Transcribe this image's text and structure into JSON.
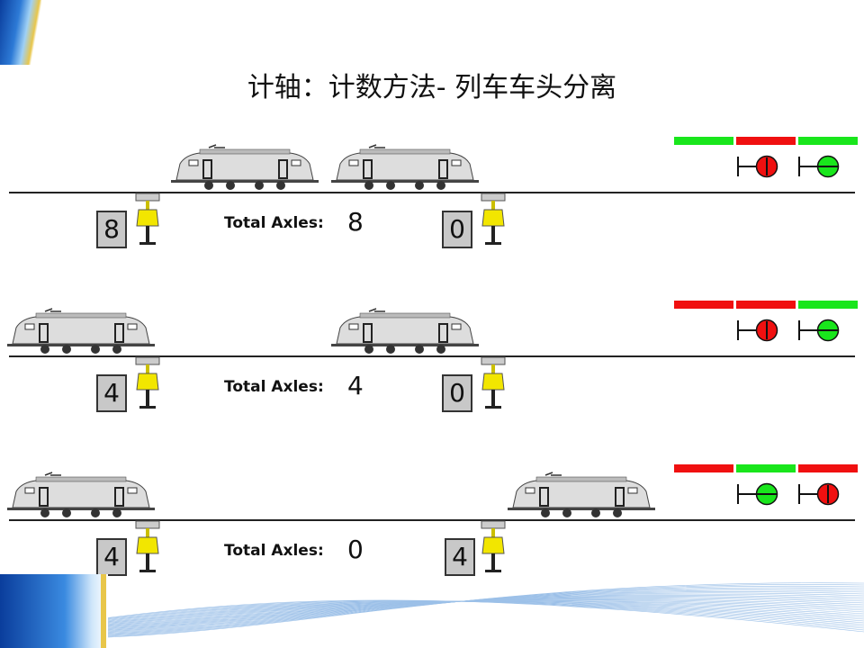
{
  "title": "计轴：计数方法- 列车车头分离",
  "colors": {
    "green": "#19e61c",
    "red": "#f01010",
    "counter_bg": "#c8c8c8",
    "sensor": "#f2e600"
  },
  "total_label": "Total Axles:",
  "rows": [
    {
      "left_count": "8",
      "right_count": "0",
      "total": "8",
      "segments": [
        "green",
        "red",
        "green"
      ],
      "signals": [
        "red",
        "green"
      ]
    },
    {
      "left_count": "4",
      "right_count": "0",
      "total": "4",
      "segments": [
        "red",
        "red",
        "green"
      ],
      "signals": [
        "red",
        "green"
      ]
    },
    {
      "left_count": "4",
      "right_count": "4",
      "total": "0",
      "segments": [
        "red",
        "green",
        "red"
      ],
      "signals": [
        "green",
        "red"
      ]
    }
  ]
}
